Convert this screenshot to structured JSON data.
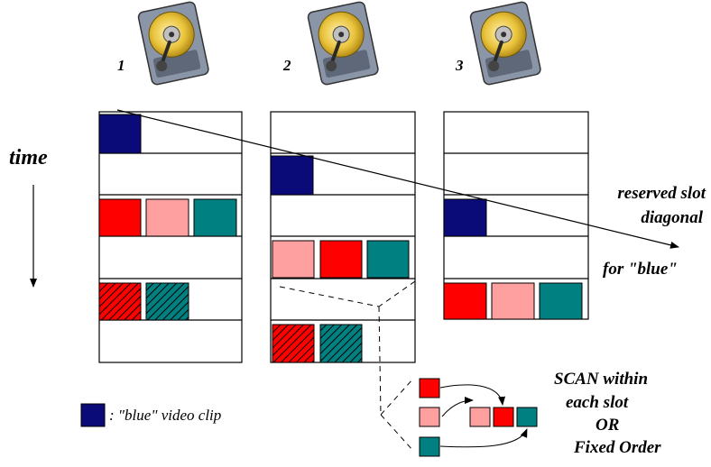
{
  "disks": [
    {
      "number": "1"
    },
    {
      "number": "2"
    },
    {
      "number": "3"
    }
  ],
  "time_label": "time",
  "annotation": {
    "line1": "reserved slot",
    "line2": "diagonal",
    "line3": "for \"blue\""
  },
  "scan_note": {
    "line1": "SCAN within",
    "line2": "each slot",
    "line3": "OR",
    "line4": "Fixed Order"
  },
  "legend": {
    "text": ": \"blue\" video clip"
  },
  "colors": {
    "blue_clip": "#0a0a78",
    "red_clip": "#ff0000",
    "pink_clip": "#ffa0a0",
    "teal_clip": "#008080",
    "disk_body": "#8a96a8",
    "disk_platter": "#e8c23a"
  }
}
